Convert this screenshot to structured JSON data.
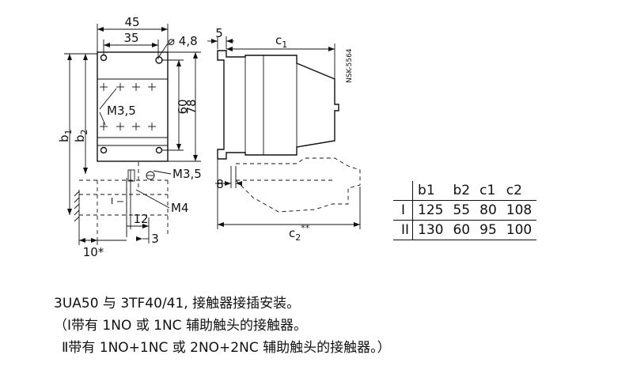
{
  "drawing": {
    "dims": {
      "w_outer": "45",
      "w_inner": "35",
      "hole": "⌀ 4,8",
      "h_inner": "60",
      "h_outer": "78",
      "screw_top": "M3,5",
      "screw_right": "M3,5",
      "b1_main": "b",
      "b1_sub": "1",
      "b2_main": "b",
      "b2_sub": "2",
      "m4": "M4",
      "d12": "12",
      "d3": "3",
      "d10": "10*",
      "d5": "5",
      "c1_main": "c",
      "c1_sub": "1",
      "d8": "8",
      "c2_main": "c",
      "c2_sub": "2",
      "c2_star": "**",
      "code": "NSK-5564"
    }
  },
  "table": {
    "headers": [
      "",
      "b1",
      "b2",
      "c1",
      "c2"
    ],
    "rows": [
      [
        "I",
        "125",
        "55",
        "80",
        "108"
      ],
      [
        "II",
        "130",
        "60",
        "95",
        "100"
      ]
    ]
  },
  "notes": {
    "line1": "3UA50 与 3TF40/41, 接触器接插安装。",
    "line2": "（Ⅰ带有 1NO 或 1NC 辅助触头的接触器。",
    "line3": "Ⅱ带有 1NO+1NC 或 2NO+2NC 辅助触头的接触器。）"
  }
}
